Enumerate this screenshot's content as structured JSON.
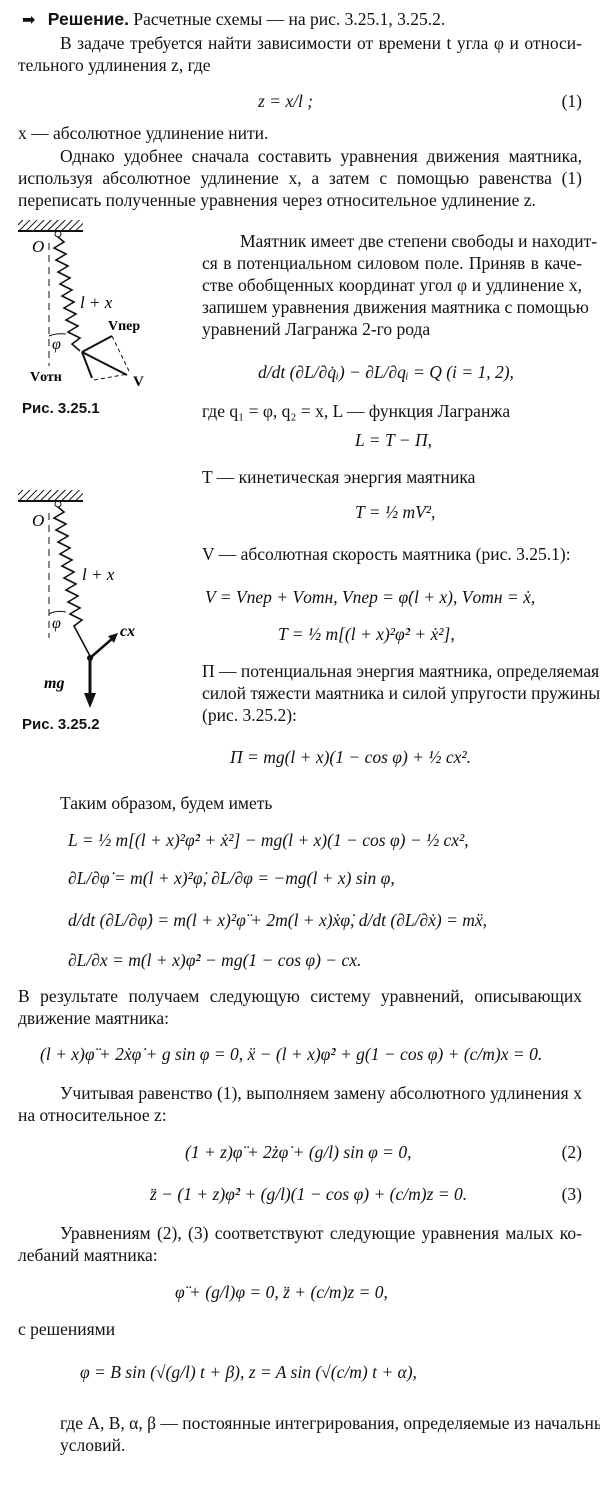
{
  "intro": {
    "arrow_icon": "arrow-right-icon",
    "heading": "Решение.",
    "l1": "Расчетные схемы — на рис. 3.25.1, 3.25.2.",
    "l2": "В задаче требуется найти зависимости от времени t угла φ и относи-",
    "l3": "тельного удлинения z, где",
    "eq1": "z = x/l ;",
    "eq1_num": "(1)",
    "l4": "x — абсолютное удлинение нити.",
    "l5": "Однако удобнее сначала составить уравнения движения маятника,",
    "l6": "используя абсолютное удлинение x, а затем с помощью равенства (1)",
    "l7": "переписать полученные уравнения через относительное удлинение z."
  },
  "figure1": {
    "label_O": "O",
    "label_length": "l + x",
    "label_phi": "φ",
    "label_vper": "Vпер",
    "label_votn": "Vотн",
    "label_v": "V",
    "caption": "Рис. 3.25.1"
  },
  "figure2": {
    "label_O": "O",
    "label_length": "l + x",
    "label_phi": "φ",
    "label_cx": "cx",
    "label_mg": "mg",
    "caption": "Рис. 3.25.2"
  },
  "body": {
    "p1": [
      "Маятник имеет две степени свободы и находит-",
      "ся в потенциальном силовом поле. Приняв в каче-",
      "стве обобщенных координат угол φ и удлинение x,",
      "запишем уравнения движения маятника с помощью",
      "уравнений Лагранжа 2-го рода"
    ],
    "eq_lagrange": "d/dt (∂L/∂q̇ᵢ) − ∂L/∂qᵢ = Q   (i = 1, 2),",
    "l_q": "где q₁ = φ, q₂ = x, L — функция Лагранжа",
    "eq_L": "L = T − Π,",
    "l_T": "T — кинетическая энергия маятника",
    "eq_T": "T = ½ mV²,",
    "l_V": "V — абсолютная скорость маятника (рис. 3.25.1):",
    "eq_V": "V = Vпер + Vотн,    Vпер = φ̇(l + x),    Vотн = ẋ,",
    "eq_T2": "T = ½ m[(l + x)²φ̇² + ẋ²],",
    "p_Pi": [
      "Π — потенциальная энергия маятника, определяемая",
      "силой тяжести маятника и силой упругости пружины",
      "(рис. 3.25.2):"
    ],
    "eq_Pi": "Π = mg(l + x)(1 − cos φ) + ½ cx².",
    "l_thus": "Таким образом, будем иметь",
    "eq_L2": "L = ½ m[(l + x)²φ̇² + ẋ²] − mg(l + x)(1 − cos φ) − ½ cx²,",
    "eq_d1": "∂L/∂φ̇ = m(l + x)²φ̇,    ∂L/∂φ = −mg(l + x) sin φ,",
    "eq_d2": "d/dt (∂L/∂φ̇) = m(l + x)²φ̈ + 2m(l + x)ẋφ̇,    d/dt (∂L/∂ẋ) = mẍ,",
    "eq_d3": "∂L/∂x = m(l + x)φ̇² − mg(1 − cos φ) − cx.",
    "p_result": [
      "В результате получаем следующую систему уравнений, описывающих",
      "движение маятника:"
    ],
    "eq_sys": "(l + x)φ̈ + 2ẋφ̇ + g sin φ = 0,    ẍ − (l + x)φ̇² + g(1 − cos φ) + (c/m)x = 0.",
    "p_subst": [
      "Учитывая равенство (1), выполняем замену абсолютного удлинения x",
      "на относительное z:"
    ],
    "eq2": "(1 + z)φ̈ + 2żφ̇ + (g/l) sin φ = 0,",
    "eq2_num": "(2)",
    "eq3": "z̈ − (1 + z)φ̇² + (g/l)(1 − cos φ) + (c/m)z = 0.",
    "eq3_num": "(3)",
    "p_small": [
      "Уравнениям (2), (3) соответствуют следующие уравнения малых ко-",
      "лебаний маятника:"
    ],
    "eq_small": "φ̈ + (g/l)φ = 0,    z̈ + (c/m)z = 0,",
    "l_sol": "с решениями",
    "eq_sol": "φ = B sin (√(g/l) t + β),    z = A sin (√(c/m) t + α),",
    "p_end": [
      "где A, B, α, β — постоянные интегрирования, определяемые из начальных",
      "условий."
    ]
  }
}
